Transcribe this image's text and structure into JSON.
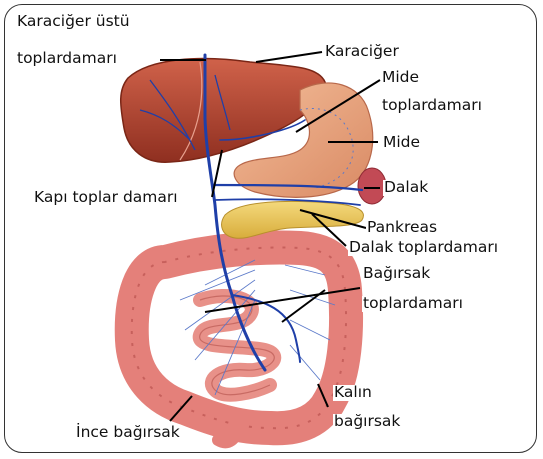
{
  "labels": {
    "hepatic_portal_upper_1": "Karaciğer üstü",
    "hepatic_portal_upper_2": "toplardamarı",
    "liver": "Karaciğer",
    "gastric_vein_1": "Mide",
    "gastric_vein_2": "toplardamarı",
    "stomach": "Mide",
    "portal_vein": "Kapı toplar damarı",
    "spleen": "Dalak",
    "pancreas": "Pankreas",
    "splenic_vein": "Dalak toplardamarı",
    "intestinal_veins_1": "Bağırsak",
    "intestinal_veins_2": "toplardamarı",
    "large_intestine_1": "Kalın",
    "large_intestine_2": "bağırsak",
    "small_intestine": "İnce bağırsak"
  },
  "colors": {
    "liver": "#b5442f",
    "stomach": "#e9a27c",
    "spleen": "#c24a55",
    "pancreas": "#e8c35a",
    "intestine": "#e4807a",
    "vein": "#1f3fa8",
    "leader_line": "#000000",
    "frame": "#333333"
  }
}
